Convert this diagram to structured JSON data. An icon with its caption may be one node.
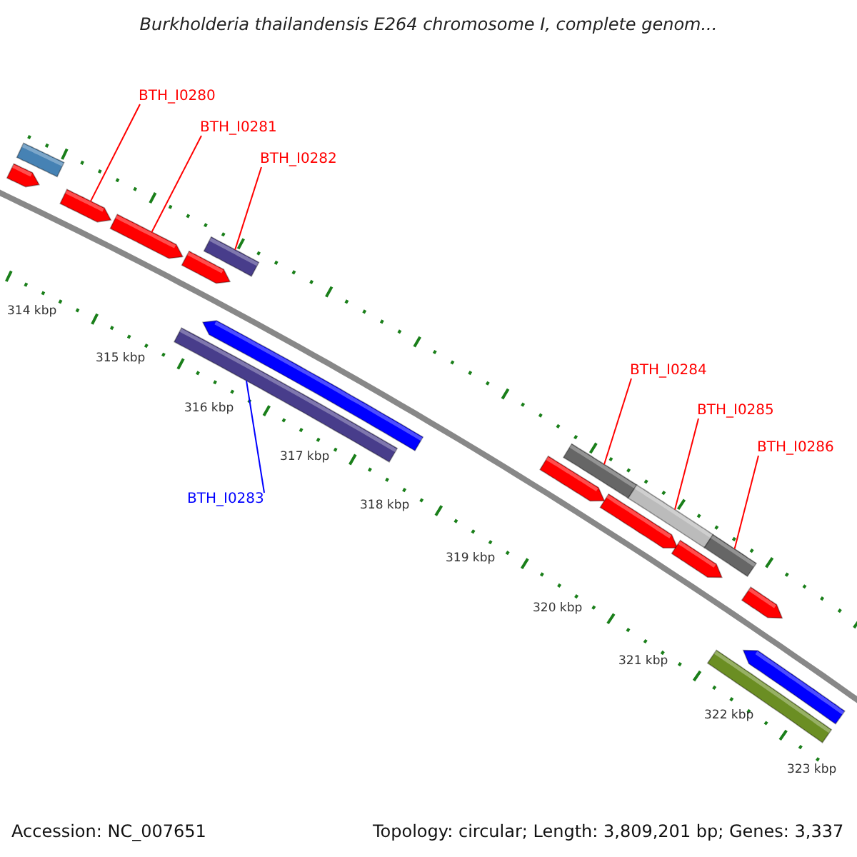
{
  "diagram": {
    "title": "Burkholderia thailandensis E264 chromosome I, complete genom...",
    "nodes": [
      {
        "text": [
          "BTH_I0280"
        ]
      },
      {
        "text": [
          "BTH_I0281"
        ]
      },
      {
        "text": [
          "BTH_I0282"
        ]
      },
      {
        "text": [
          "BTH_I0283"
        ]
      },
      {
        "text": [
          "BTH_I0284"
        ]
      },
      {
        "text": [
          "BTH_I0285"
        ]
      },
      {
        "text": [
          "BTH_I0286"
        ]
      },
      {
        "text": [],
        "shape": "bar"
      },
      {
        "text": [],
        "shape": "bar"
      },
      {
        "text": [],
        "shape": "bar"
      },
      {
        "text": [],
        "shape": "bar"
      },
      {
        "text": [],
        "shape": "bar"
      },
      {
        "text": [],
        "shape": "bar"
      },
      {
        "text": [],
        "shape": "bar"
      },
      {
        "text": [],
        "shape": "bar"
      },
      {
        "text": [],
        "shape": "bar"
      },
      {
        "text": [],
        "shape": "bar"
      },
      {
        "text": [],
        "shape": "bar"
      },
      {
        "text": [],
        "shape": "bar"
      },
      {
        "text": [],
        "shape": "bar"
      },
      {
        "text": [],
        "shape": "bar"
      },
      {
        "text": [],
        "shape": "bar"
      },
      {
        "text": [],
        "shape": "bar"
      },
      {
        "text": [],
        "shape": "bar"
      }
    ],
    "edges": [
      {
        "from": 0,
        "to": 9,
        "arrow": "none"
      },
      {
        "from": 1,
        "to": 10,
        "arrow": "none"
      },
      {
        "from": 2,
        "to": 11,
        "arrow": "none"
      },
      {
        "from": 3,
        "to": 14,
        "arrow": "none",
        "color": "#0000ff"
      },
      {
        "from": 4,
        "to": 15,
        "arrow": "none"
      },
      {
        "from": 5,
        "to": 16,
        "arrow": "none"
      },
      {
        "from": 6,
        "to": 17,
        "arrow": "none"
      }
    ],
    "labels": [
      "314 kbp",
      "315 kbp",
      "316 kbp",
      "317 kbp",
      "318 kbp",
      "319 kbp",
      "320 kbp",
      "321 kbp",
      "322 kbp",
      "323 kbp",
      "Accession: NC_007651",
      "Topology: circular; Length: 3,809,201 bp; Genes: 3,337"
    ]
  }
}
